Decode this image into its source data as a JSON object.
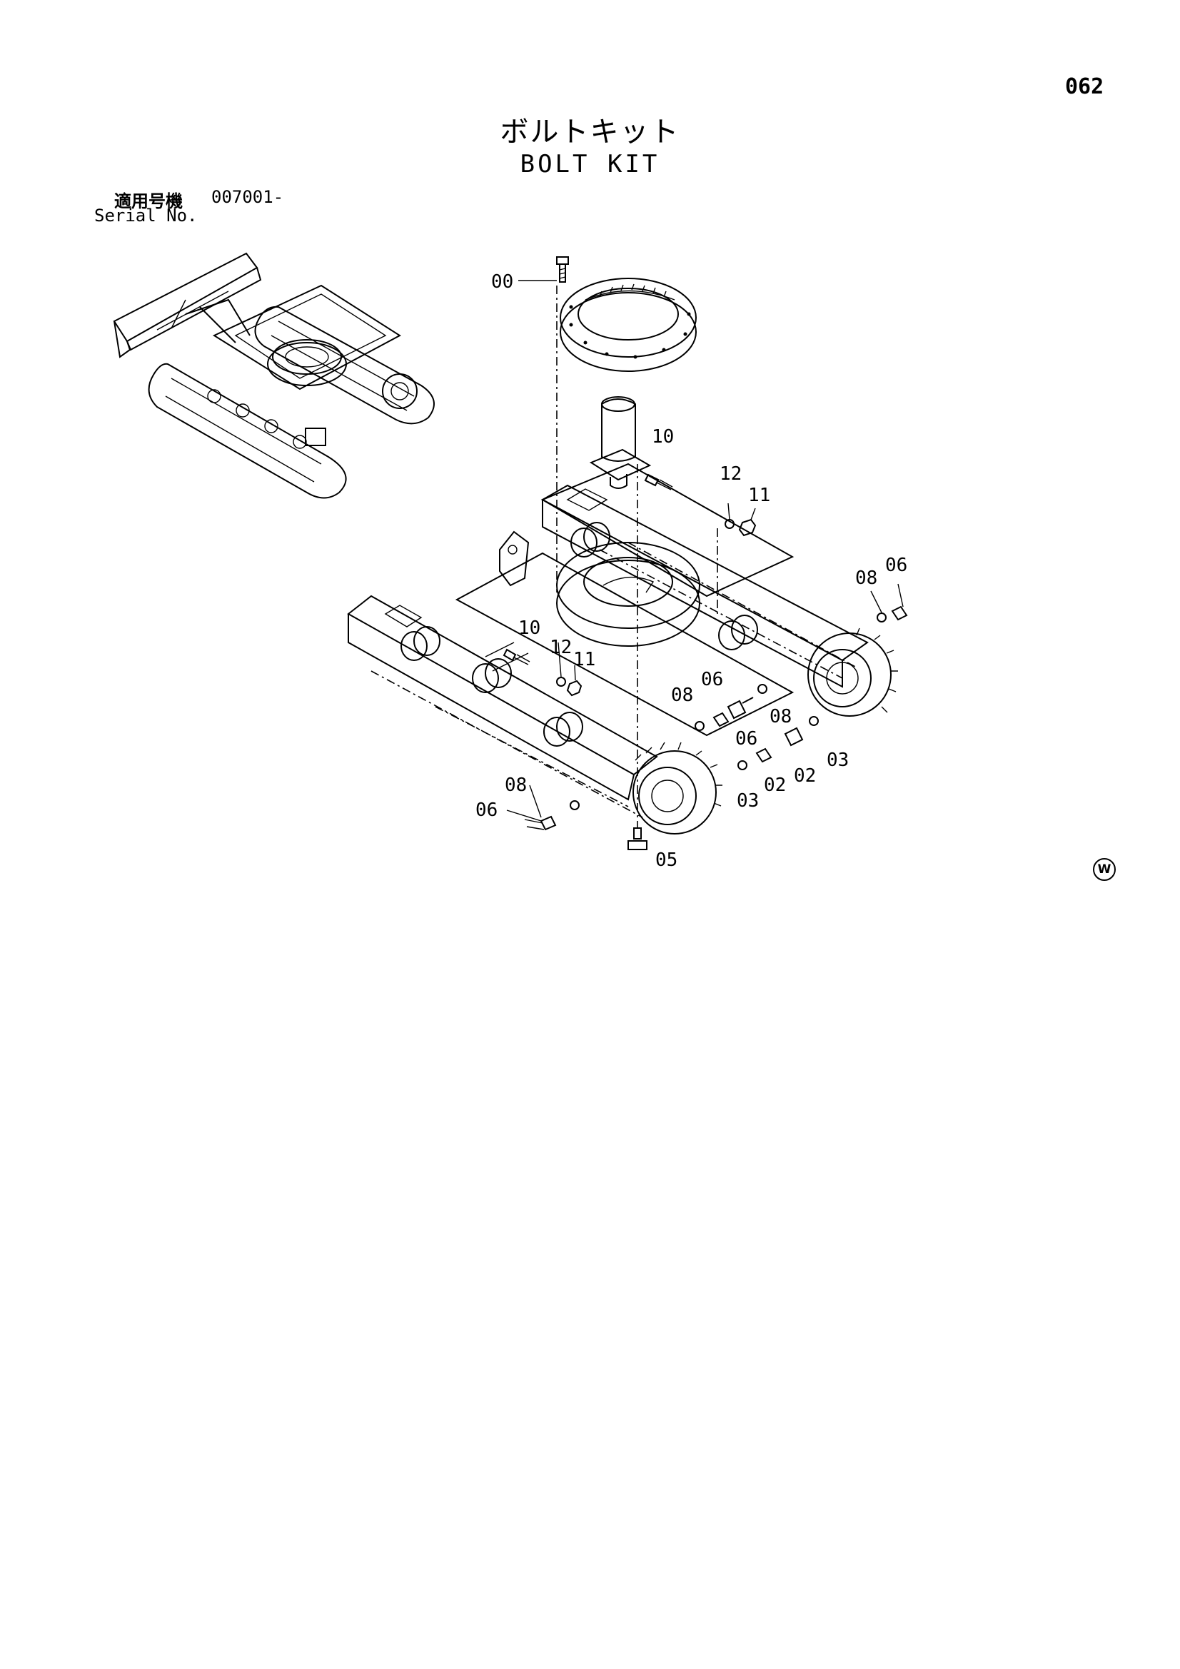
{
  "page_number": "062",
  "title_jp": "ボルトキット",
  "title_en": "BOLT KIT",
  "serial": {
    "label_jp": "適用号機",
    "value": "007001-",
    "label_en": "Serial No."
  },
  "mark_w": "W",
  "part_labels": {
    "p00": "00",
    "p10a": "10",
    "p12a": "12",
    "p11a": "11",
    "p08a": "08",
    "p06a": "06",
    "p10b": "10",
    "p12b": "12",
    "p11b": "11",
    "p08b": "08",
    "p06b": "06",
    "p08c": "08",
    "p06c": "06",
    "p02a": "02",
    "p02b": "02",
    "p03a": "03",
    "p03b": "03",
    "p08d": "08",
    "p06d": "06",
    "p05": "05"
  }
}
